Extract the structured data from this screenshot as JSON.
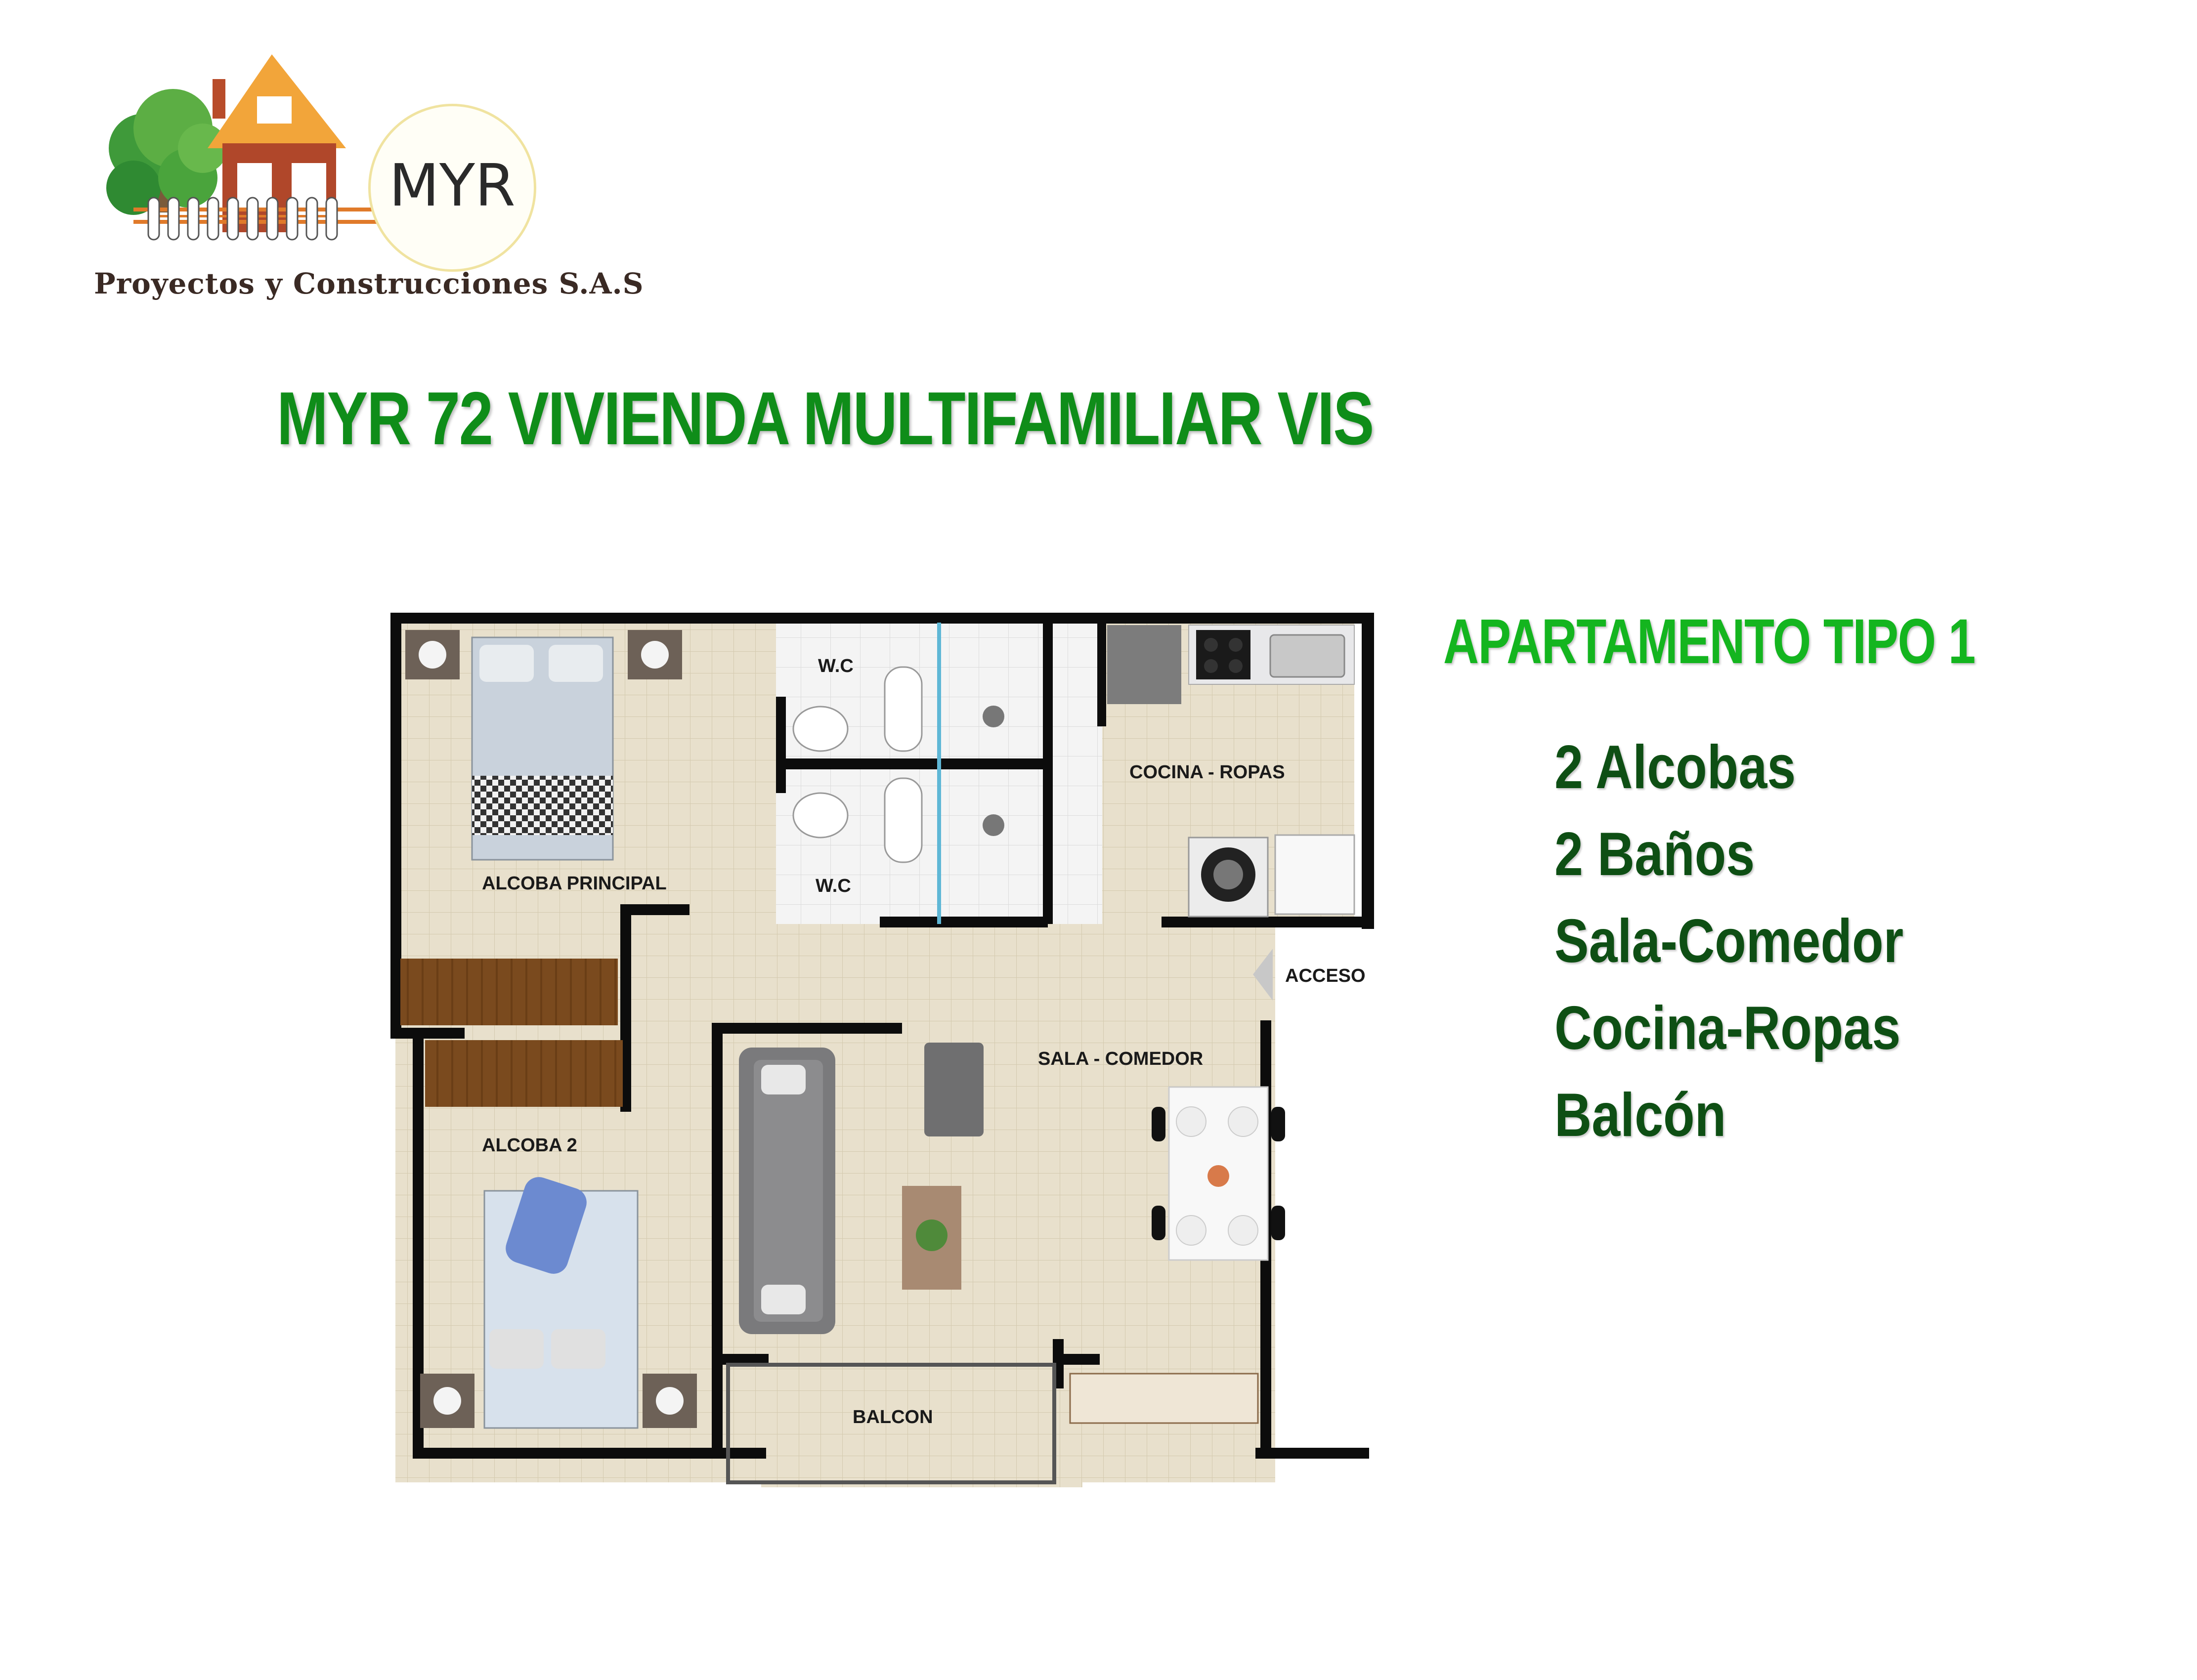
{
  "logo": {
    "brand": "MYR",
    "company": "Proyectos y Construcciones S.A.S"
  },
  "title": "MYR 72 VIVIENDA MULTIFAMILIAR VIS",
  "apartment": {
    "type_title": "APARTAMENTO TIPO 1",
    "features": [
      "2 Alcobas",
      "2 Baños",
      "Sala-Comedor",
      "Cocina-Ropas",
      "Balcón"
    ]
  },
  "floor_plan": {
    "rooms": {
      "wc_top": "W.C",
      "wc_bottom": "W.C",
      "kitchen": "COCINA - ROPAS",
      "master": "ALCOBA PRINCIPAL",
      "access": "ACCESO",
      "living": "SALA - COMEDOR",
      "bedroom2": "ALCOBA 2",
      "balcony": "BALCON"
    }
  }
}
